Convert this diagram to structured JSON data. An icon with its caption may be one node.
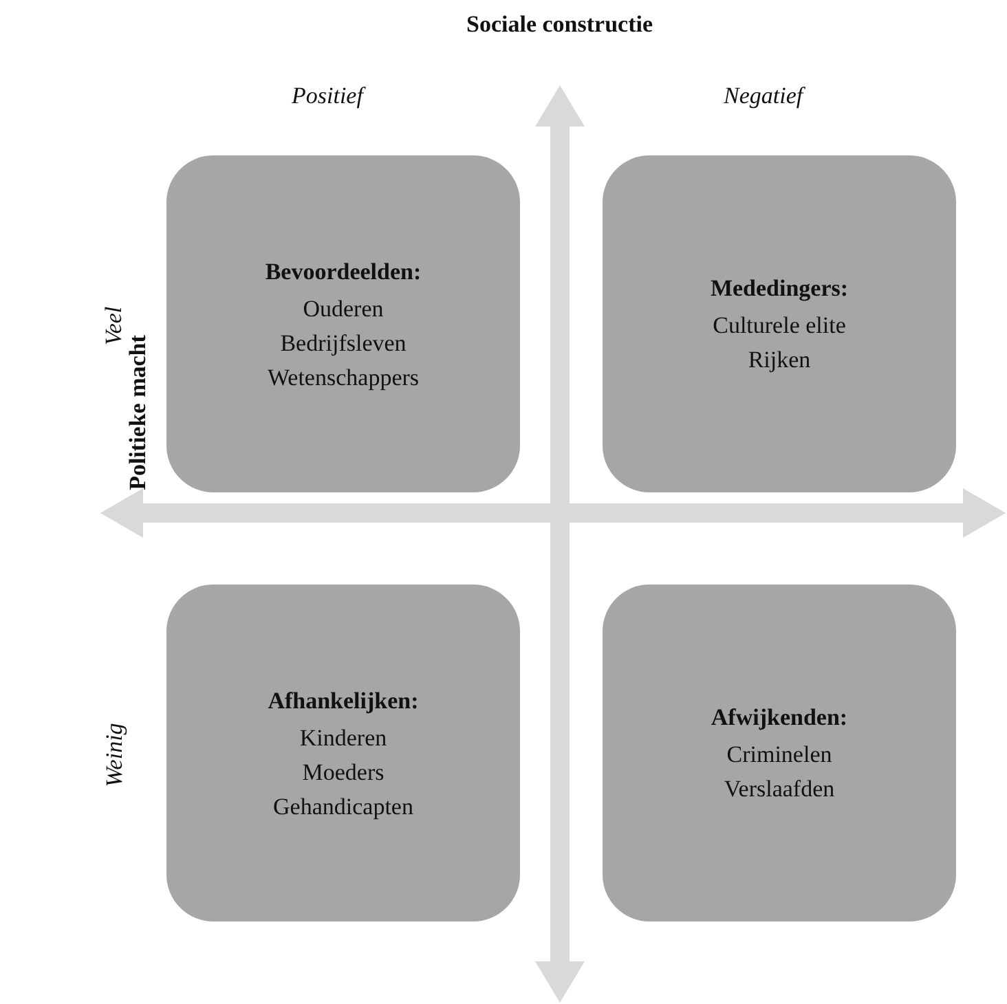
{
  "diagram": {
    "nodes": [
      {
        "text": [
          "Bevoordeelden:",
          "Ouderen",
          "Bedrijfsleven",
          "Wetenschappers"
        ]
      },
      {
        "text": [
          "Mededingers:",
          "Culturele elite",
          "Rijken"
        ]
      },
      {
        "text": [
          "Afhankelijken:",
          "Kinderen",
          "Moeders",
          "Gehandicapten"
        ]
      },
      {
        "text": [
          "Afwijkenden:",
          "Criminelen",
          "Verslaafden"
        ]
      }
    ],
    "labels": [
      "Sociale constructie",
      "Positief",
      "Negatief",
      "Politieke macht",
      "Veel",
      "Weinig"
    ]
  }
}
